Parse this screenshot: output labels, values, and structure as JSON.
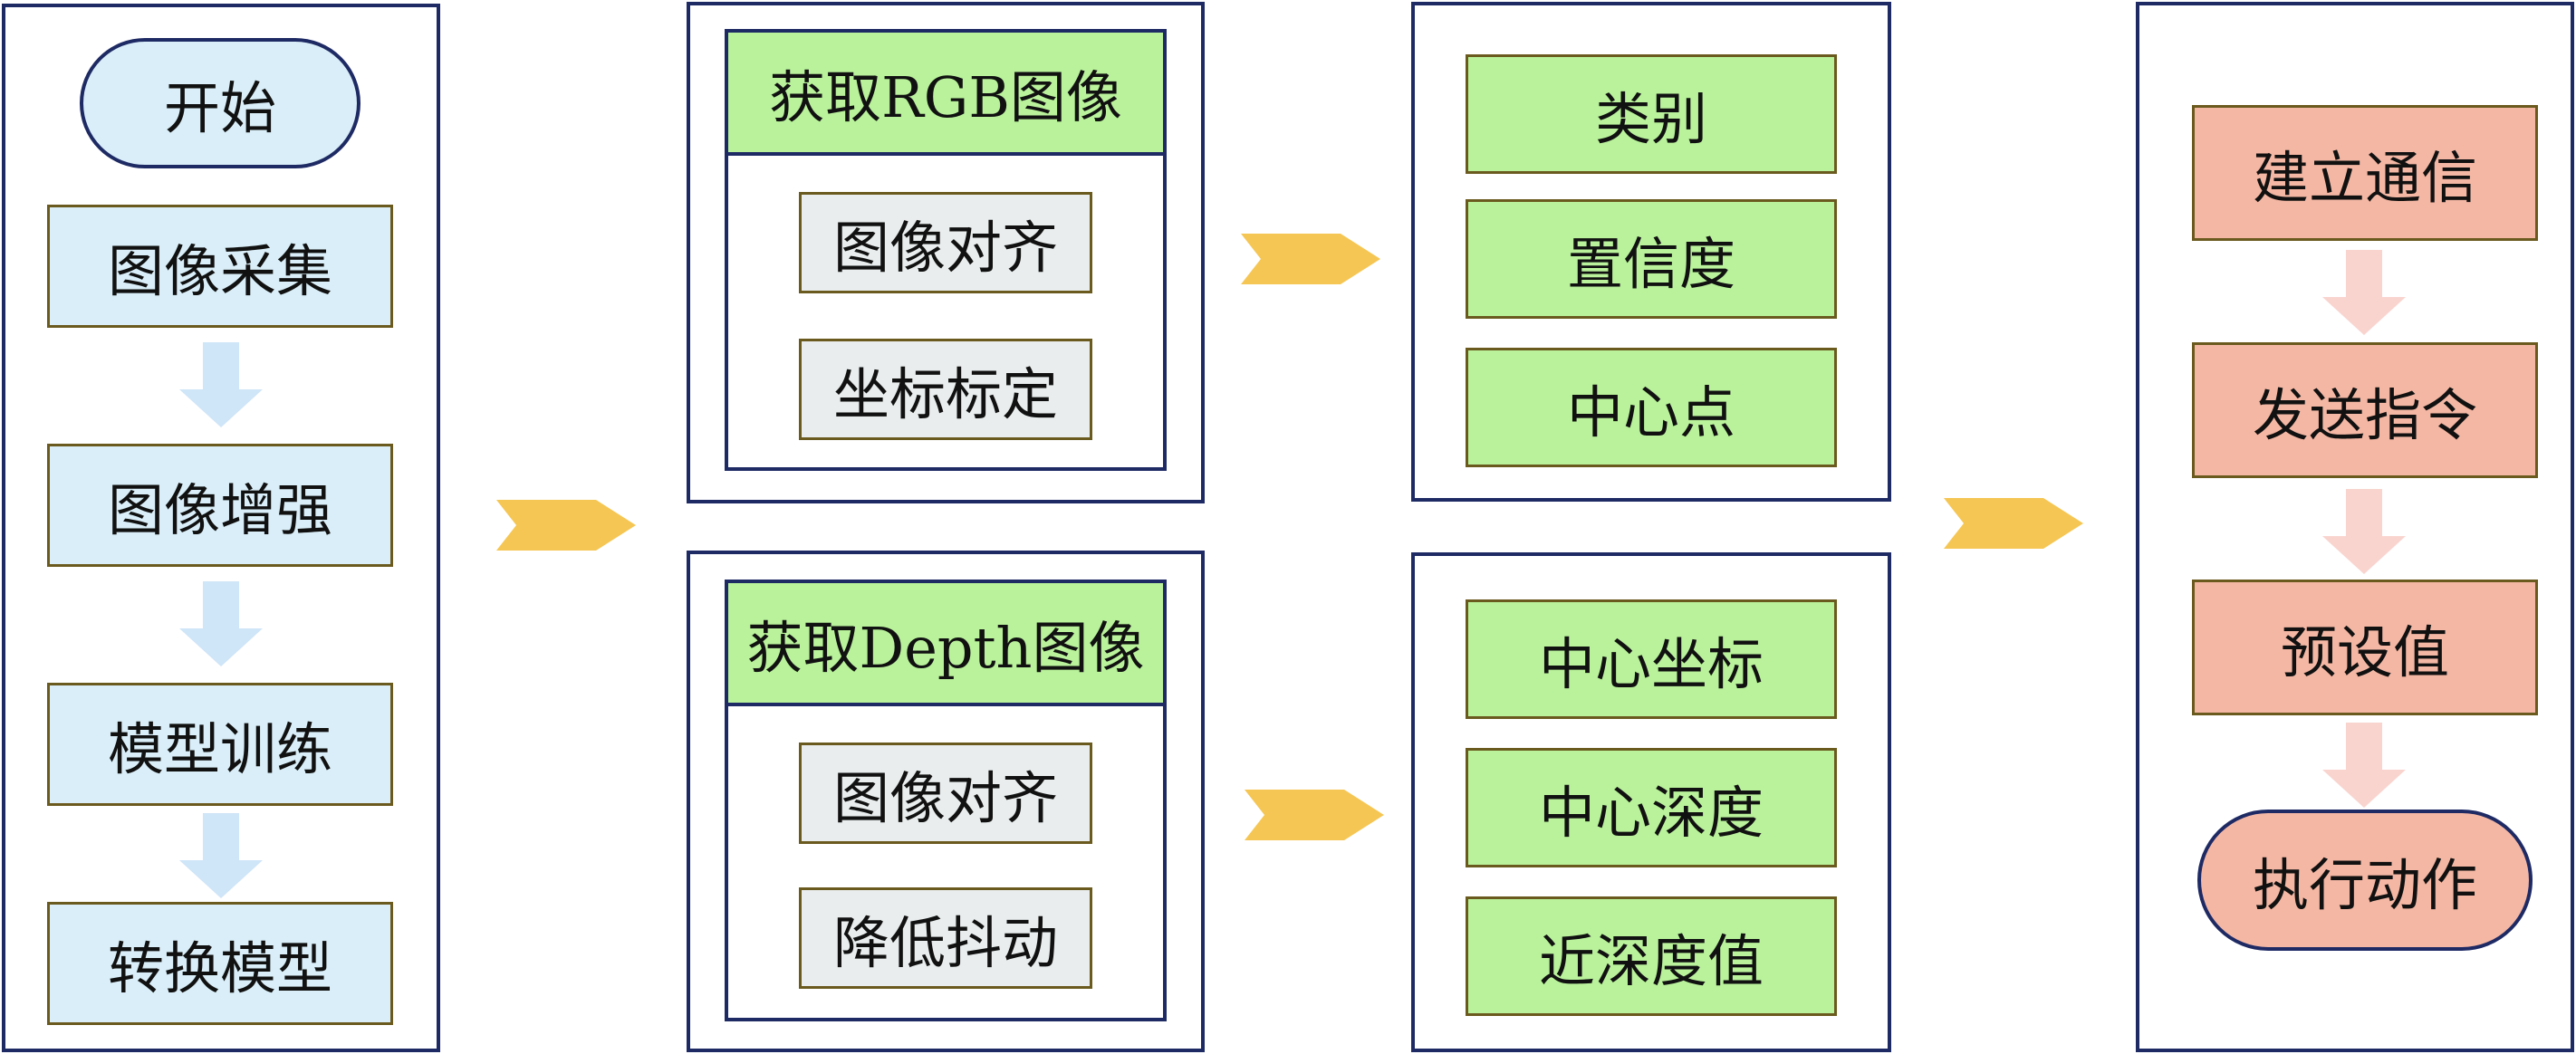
{
  "colors": {
    "border": "#1e2a64",
    "box_border": "#6b5a1e",
    "blue_fill": "#d9eef8",
    "green_fill": "#b9f29b",
    "grey_fill": "#e9eded",
    "salmon_fill": "#f4b7a4",
    "yellow_arrow": "#f5c653",
    "blue_arrow": "#cfe5f8",
    "pink_arrow": "#f9d4cf"
  },
  "col1": {
    "start": "开始",
    "steps": [
      "图像采集",
      "图像增强",
      "模型训练",
      "转换模型"
    ]
  },
  "col2": {
    "rgb": {
      "header": "获取RGB图像",
      "items": [
        "图像对齐",
        "坐标标定"
      ]
    },
    "depth": {
      "header": "获取Depth图像",
      "items": [
        "图像对齐",
        "降低抖动"
      ]
    }
  },
  "col3": {
    "top_items": [
      "类别",
      "置信度",
      "中心点"
    ],
    "bottom_items": [
      "中心坐标",
      "中心深度",
      "近深度值"
    ]
  },
  "col4": {
    "steps": [
      "建立通信",
      "发送指令",
      "预设值"
    ],
    "end": "执行动作"
  }
}
